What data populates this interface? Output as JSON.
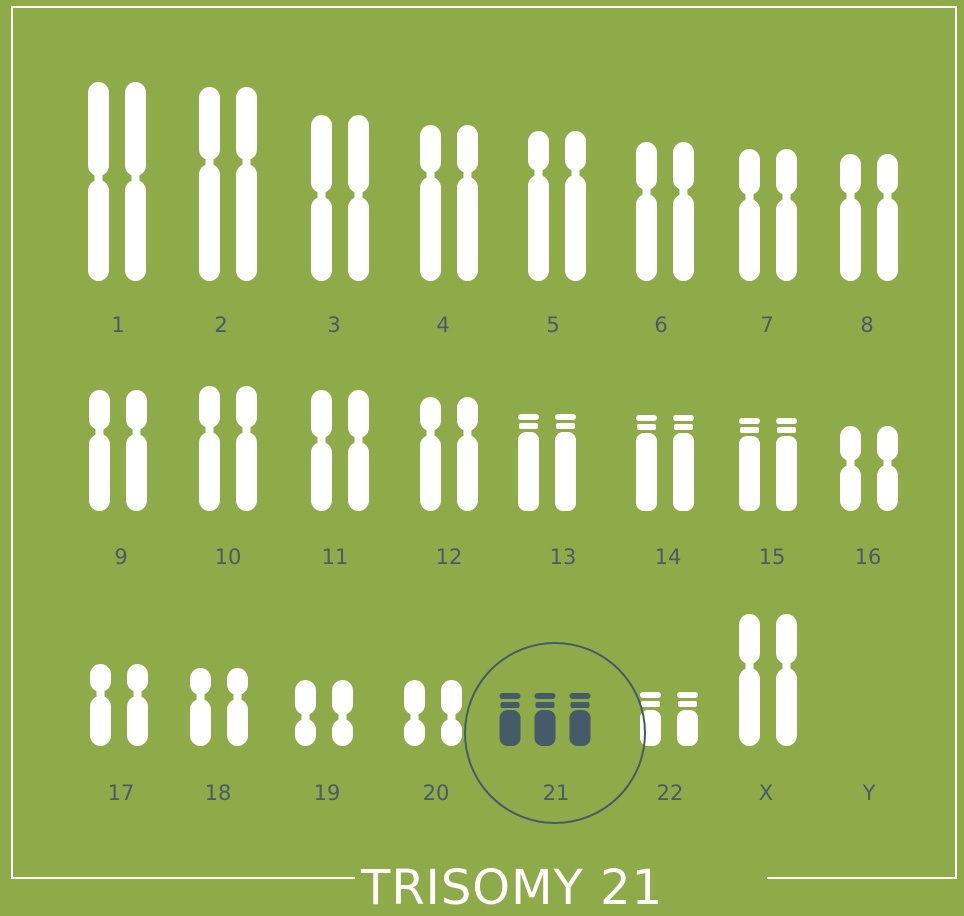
{
  "title": "TRISOMY 21",
  "colors": {
    "background": "#8fab49",
    "chromosome": "#ffffff",
    "highlight": "#465a69",
    "label": "#4a5a69",
    "frame": "#ffffff"
  },
  "highlighted_pair": "21",
  "chromosomes": [
    {
      "label": "1",
      "copies": 2
    },
    {
      "label": "2",
      "copies": 2
    },
    {
      "label": "3",
      "copies": 2
    },
    {
      "label": "4",
      "copies": 2
    },
    {
      "label": "5",
      "copies": 2
    },
    {
      "label": "6",
      "copies": 2
    },
    {
      "label": "7",
      "copies": 2
    },
    {
      "label": "8",
      "copies": 2
    },
    {
      "label": "9",
      "copies": 2
    },
    {
      "label": "10",
      "copies": 2
    },
    {
      "label": "11",
      "copies": 2
    },
    {
      "label": "12",
      "copies": 2
    },
    {
      "label": "13",
      "copies": 2
    },
    {
      "label": "14",
      "copies": 2
    },
    {
      "label": "15",
      "copies": 2
    },
    {
      "label": "16",
      "copies": 2
    },
    {
      "label": "17",
      "copies": 2
    },
    {
      "label": "18",
      "copies": 2
    },
    {
      "label": "19",
      "copies": 2
    },
    {
      "label": "20",
      "copies": 2
    },
    {
      "label": "21",
      "copies": 3
    },
    {
      "label": "22",
      "copies": 2
    },
    {
      "label": "X",
      "copies": 2
    },
    {
      "label": "Y",
      "copies": 0
    }
  ]
}
